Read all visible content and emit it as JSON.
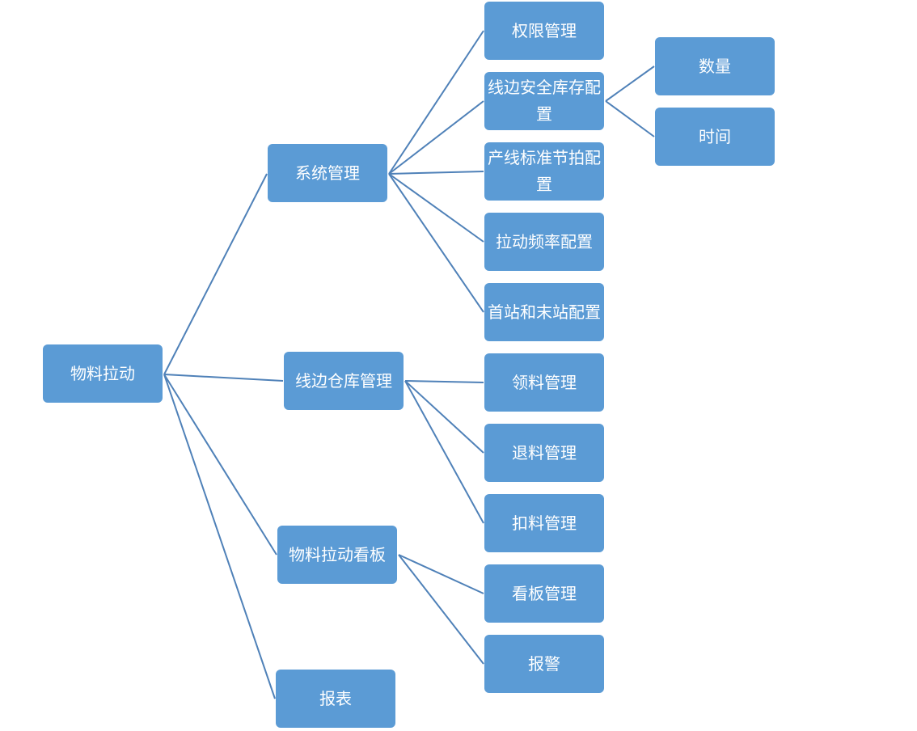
{
  "diagram": {
    "root": "物料拉动",
    "branches": {
      "system": "系统管理",
      "warehouse": "线边仓库管理",
      "kanban": "物料拉动看板",
      "report": "报表"
    },
    "system_children": {
      "permission": "权限管理",
      "safety_stock": "线边安全库存配置",
      "takt": "产线标准节拍配置",
      "pull_freq": "拉动频率配置",
      "station": "首站和末站配置"
    },
    "safety_stock_children": {
      "quantity": "数量",
      "time": "时间"
    },
    "warehouse_children": {
      "requisition": "领料管理",
      "return": "退料管理",
      "deduction": "扣料管理"
    },
    "kanban_children": {
      "board": "看板管理",
      "alarm": "报警"
    }
  }
}
